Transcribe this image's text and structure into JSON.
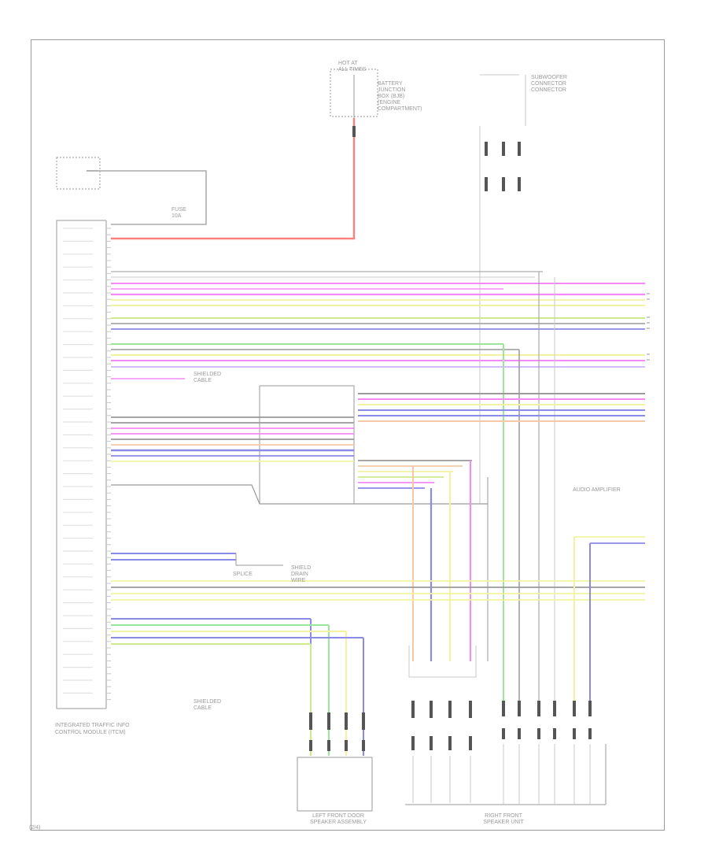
{
  "diagram": {
    "modules": {
      "main_module_line1": "INTEGRATED TRAFFIC INFO",
      "main_module_line2": "CONTROL MODULE (ITCM)",
      "left_front_speaker": "LEFT FRONT DOOR\nSPEAKER ASSEMBLY",
      "right_front_speaker": "RIGHT FRONT\nSPEAKER UNIT",
      "fuse_box_top": "HOT AT\nALL TIMES",
      "fuse_box_desc": "BATTERY\nJUNCTION\nBOX (BJB)\n(ENGINE\nCOMPARTMENT)",
      "connector_top_right": "SUBWOOFER\nCONNECTOR\nCONNECTOR",
      "fuse_label": "FUSE\n10A",
      "splice_left": "SPLICE",
      "note_right": "AUDIO AMPLIFIER",
      "shield_note": "SHIELDED\nCABLE",
      "shield_note_2": "SHIELDED\nCABLE",
      "ground_note": "SHIELD\nDRAIN\nWIRE"
    },
    "page_label": "(2/4)"
  },
  "colors": {
    "red": "#ff7f7f",
    "pink": "#f589f5",
    "yellow": "#f2f2a0",
    "green": "#9ce69c",
    "blue": "#8a8ae8",
    "orange": "#f5c9a5",
    "gray": "#9a9a9a",
    "lightgray": "#c8c8c8",
    "violet": "#c7a6ff",
    "lime": "#cdeb8b"
  }
}
